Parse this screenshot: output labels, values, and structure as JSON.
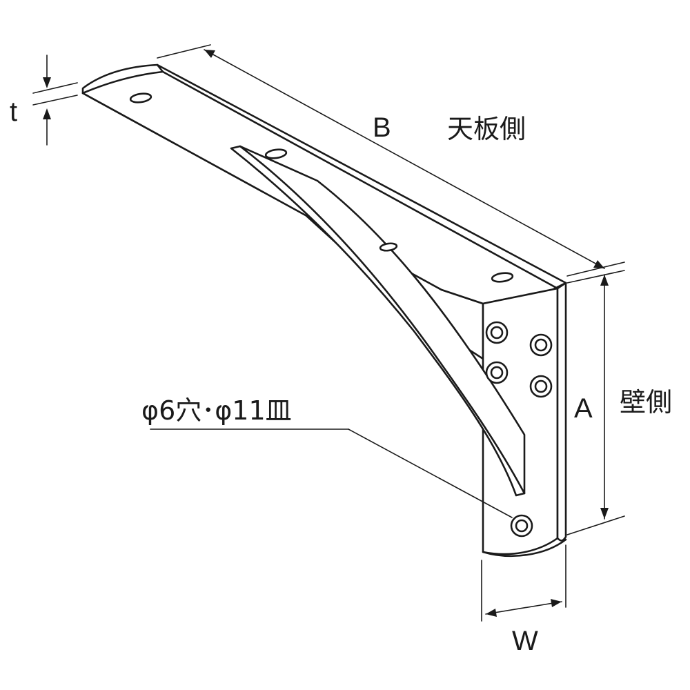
{
  "labels": {
    "t": "t",
    "b": "B",
    "top_side": "天板側",
    "a": "A",
    "wall_side": "壁側",
    "w": "W",
    "hole_spec": "φ6穴･φ11皿"
  }
}
